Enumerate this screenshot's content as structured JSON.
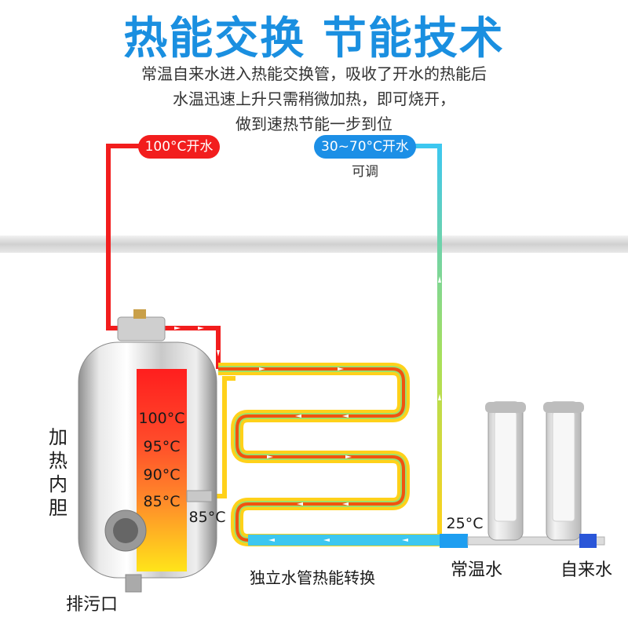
{
  "title": "热能交换 节能技术",
  "description": [
    "常温自来水进入热能交换管，吸收了开水的热能后",
    "水温迅速上升只需稍微加热，即可烧开，",
    "做到速热节能一步到位"
  ],
  "labels": {
    "hot_outlet": "100°C开水",
    "mixed_outlet": "30~70°C开水",
    "adjustable": "可调",
    "tank_temps": [
      "100°C",
      "95°C",
      "90°C",
      "85°C"
    ],
    "exit_temp": "85°C",
    "inlet_temp": "25°C",
    "inner_tank": "加热内胆",
    "drain": "排污口",
    "exchange": "独立水管热能转换",
    "room_water": "常温水",
    "tap_water": "自来水"
  },
  "colors": {
    "title": "#1a8fe0",
    "hot": "#f21d1d",
    "cold": "#1c8fe6",
    "pipe_cyan": "#3cc7f0",
    "pipe_yellow": "#ffd11a"
  }
}
